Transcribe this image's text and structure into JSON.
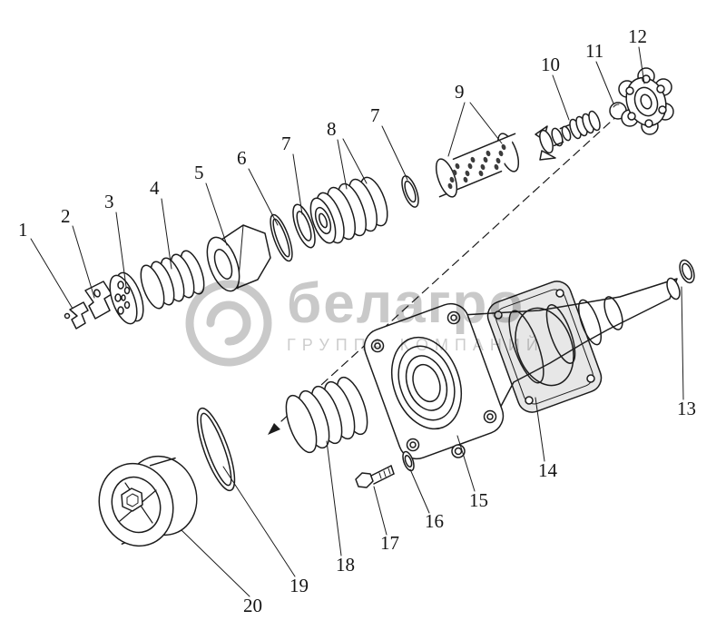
{
  "figure": {
    "type": "exploded-assembly-drawing",
    "callout_labels": [
      "1",
      "2",
      "3",
      "4",
      "5",
      "6",
      "7",
      "8",
      "7",
      "9",
      "10",
      "11",
      "12",
      "13",
      "14",
      "15",
      "16",
      "17",
      "18",
      "19",
      "20"
    ]
  },
  "watermark": {
    "logo": "circle-swoosh-logo",
    "brand": "белагро",
    "subtitle": "ГРУППА КОМПАНИЙ",
    "color": "#c3c3c3"
  },
  "colors": {
    "background": "#ffffff",
    "drawing_line": "#1c1c1c",
    "watermark": "#c3c3c3"
  }
}
